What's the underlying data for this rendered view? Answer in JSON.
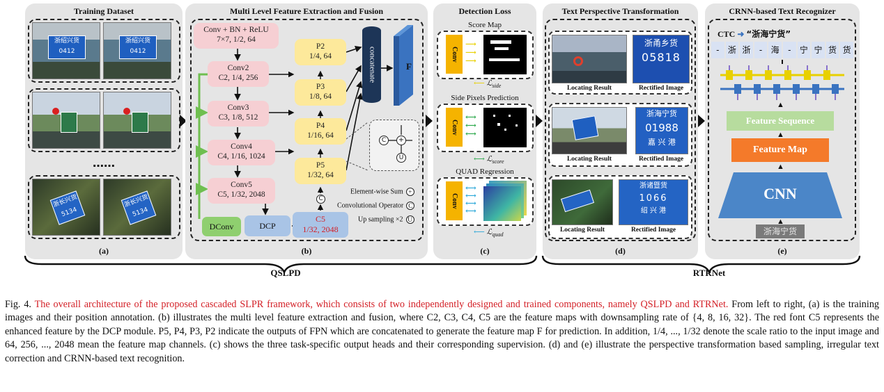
{
  "panels": {
    "a": {
      "title": "Training Dataset",
      "label": "(a)",
      "dots": "……"
    },
    "b": {
      "title": "Multi Level Feature Extraction and Fusion",
      "label": "(b)",
      "conv0": [
        "Conv + BN + ReLU",
        "7×7, 1/2, 64"
      ],
      "conv2": [
        "Conv2",
        "C2, 1/4, 256"
      ],
      "conv3": [
        "Conv3",
        "C3, 1/8, 512"
      ],
      "conv4": [
        "Conv4",
        "C4, 1/16, 1024"
      ],
      "conv5": [
        "Conv5",
        "C5, 1/32, 2048"
      ],
      "p2": [
        "P2",
        "1/4, 64"
      ],
      "p3": [
        "P3",
        "1/8, 64"
      ],
      "p4": [
        "P4",
        "1/16, 64"
      ],
      "p5": [
        "P5",
        "1/32, 64"
      ],
      "dconv": "DConv",
      "dcp": "DCP",
      "c5": [
        "C5",
        "1/32, 2048"
      ],
      "concat": "concatenate",
      "f": "F",
      "legend": {
        "sum": "Element-wise Sum",
        "sum_sym": "+",
        "conv": "Convolutional Operator",
        "conv_sym": "C",
        "up": "Up sampling ×2",
        "up_sym": "U"
      }
    },
    "c": {
      "title": "Detection Loss",
      "label": "(c)",
      "conv": "Conv",
      "heads": [
        {
          "title": "Score Map",
          "loss": "ℒside",
          "loss_main": "ℒ",
          "loss_sub": "side"
        },
        {
          "title": "Side Pixels Prediction",
          "loss": "ℒscore",
          "loss_main": "ℒ",
          "loss_sub": "score"
        },
        {
          "title": "QUAD Regression",
          "loss": "ℒquad",
          "loss_main": "ℒ",
          "loss_sub": "quad"
        }
      ]
    },
    "d": {
      "title": "Text Perspective Transformation",
      "label": "(d)",
      "rows": [
        {
          "left": "Locating Result",
          "right": "Rectified Image",
          "plate": [
            "浙甬乡货",
            "05818"
          ]
        },
        {
          "left": "Locating Result",
          "right": "Rectified Image",
          "plate": [
            "浙海宁货",
            "01988",
            "嘉 兴 港"
          ]
        },
        {
          "left": "Locating Result",
          "right": "Rectified Image",
          "plate": [
            "浙诸暨货",
            "1066",
            "绍 兴 港"
          ]
        }
      ]
    },
    "e": {
      "title": "CRNN-based Text Recognizer",
      "label": "(e)",
      "ctc": "CTC",
      "result": "“浙海宁货”",
      "seq": [
        "-",
        "浙",
        "浙",
        "-",
        "海",
        "-",
        "宁",
        "宁",
        "货",
        "货"
      ],
      "feature_sequence": "Feature Sequence",
      "feature_map": "Feature Map",
      "cnn": "CNN",
      "input": "浙海宁货"
    }
  },
  "groups": {
    "left": "QSLPD",
    "right": "RTRNet"
  },
  "caption": {
    "prefix": "Fig. 4.  ",
    "red": "The overall architecture of the proposed cascaded SLPR framework, which consists of two independently designed and trained components, namely QSLPD and RTRNet.",
    "rest": " From left to right, (a) is the training images and their position annotation. (b) illustrates the multi level feature extraction and fusion, where C2, C3, C4, C5 are the feature maps with downsampling rate of {4, 8, 16, 32}. The red font C5 represents the enhanced feature by the DCP module. P5, P4, P3, P2 indicate the outputs of FPN which are concatenated to generate the feature map F for prediction. In addition, 1/4, ..., 1/32 denote the scale ratio to the input image and 64, 256, ..., 2048 mean the feature map channels. (c) shows the three task-specific output heads and their corresponding supervision. (d) and (e) illustrate the perspective transformation based sampling, irregular text correction and CRNN-based text recognition."
  },
  "colors": {
    "pink": "#f6cfd3",
    "yellow": "#fde99b",
    "green": "#8fcf6f",
    "blue": "#4b86c8",
    "orange": "#f47a2a",
    "red": "#d31f26",
    "navy": "#1d3557"
  }
}
